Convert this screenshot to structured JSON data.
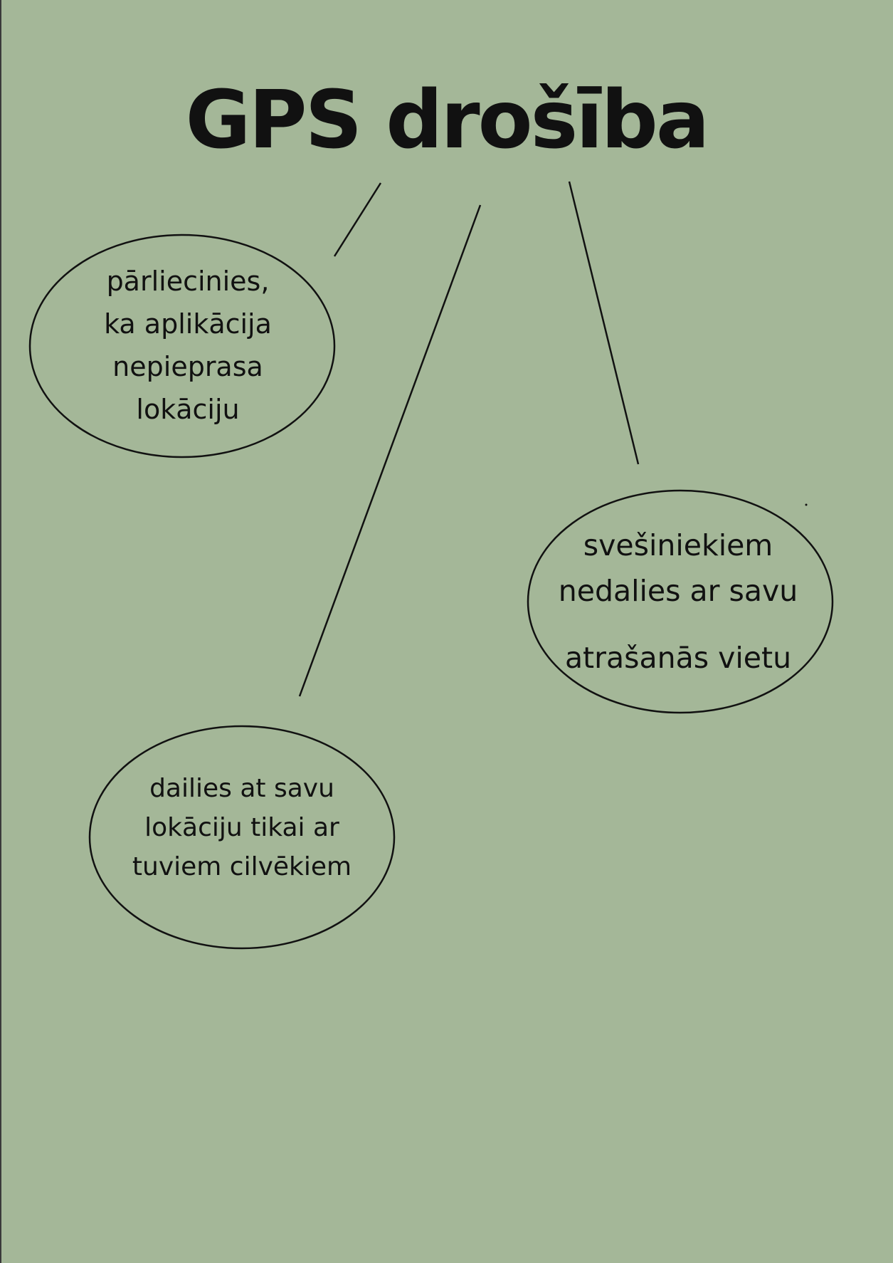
{
  "diagram": {
    "title": "GPS drošība",
    "bubbles": [
      {
        "id": "app-location",
        "lines": [
          "pārliecinies,",
          "ka aplikācija",
          "nepieprasa",
          "lokāciju"
        ]
      },
      {
        "id": "strangers",
        "lines": [
          "svešiniekiem",
          "nedalies ar savu",
          "atrašanās vietu"
        ]
      },
      {
        "id": "close-people",
        "lines": [
          "dailies at savu",
          "lokāciju tikai ar",
          "tuviem cilvēkiem"
        ]
      }
    ],
    "colors": {
      "background": "#a4b798",
      "ink": "#111111"
    }
  }
}
